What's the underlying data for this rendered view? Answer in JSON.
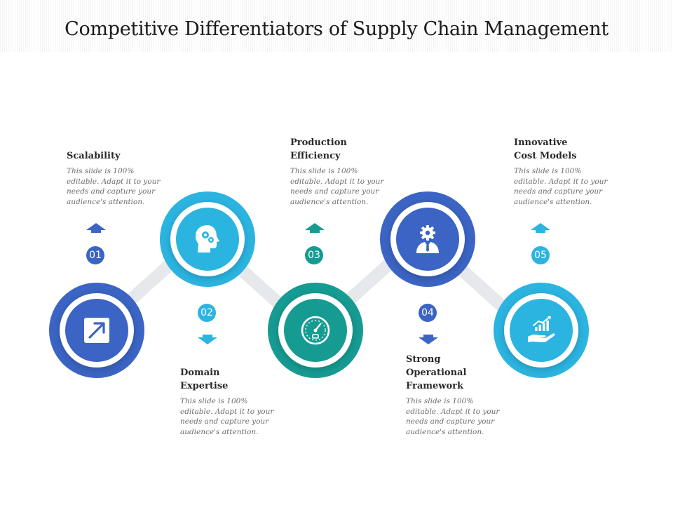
{
  "title": "Competitive Differentiators of Supply Chain Management",
  "colors": {
    "dark_blue": "#3b64c4",
    "light_blue": "#2bb4e0",
    "teal": "#169b92",
    "connector": "#e6e8eb"
  },
  "steps": [
    {
      "number": "01",
      "title_lines": [
        "Scalability"
      ],
      "description_lines": [
        "This slide is 100%",
        "editable. Adapt it to your",
        "needs and capture your",
        "audience's attention."
      ],
      "icon": "external-link-arrow-icon",
      "color": "#3b64c4"
    },
    {
      "number": "02",
      "title_lines": [
        "Domain",
        "Expertise"
      ],
      "description_lines": [
        "This slide is 100%",
        "editable. Adapt it to your",
        "needs and capture your",
        "audience's attention."
      ],
      "icon": "head-gears-icon",
      "color": "#2bb4e0"
    },
    {
      "number": "03",
      "title_lines": [
        "Production",
        "Efficiency"
      ],
      "description_lines": [
        "This slide is 100%",
        "editable. Adapt it to your",
        "needs and capture your",
        "audience's attention."
      ],
      "icon": "speedometer-icon",
      "color": "#169b92"
    },
    {
      "number": "04",
      "title_lines": [
        "Strong",
        "Operational",
        "Framework"
      ],
      "description_lines": [
        "This slide is 100%",
        "editable. Adapt it to your",
        "needs and capture your",
        "audience's attention."
      ],
      "icon": "businessman-gear-icon",
      "color": "#3b64c4"
    },
    {
      "number": "05",
      "title_lines": [
        "Innovative",
        "Cost Models"
      ],
      "description_lines": [
        "This slide is 100%",
        "editable. Adapt it to your",
        "needs and capture your",
        "audience's attention."
      ],
      "icon": "hand-growth-chart-icon",
      "color": "#2bb4e0"
    }
  ]
}
